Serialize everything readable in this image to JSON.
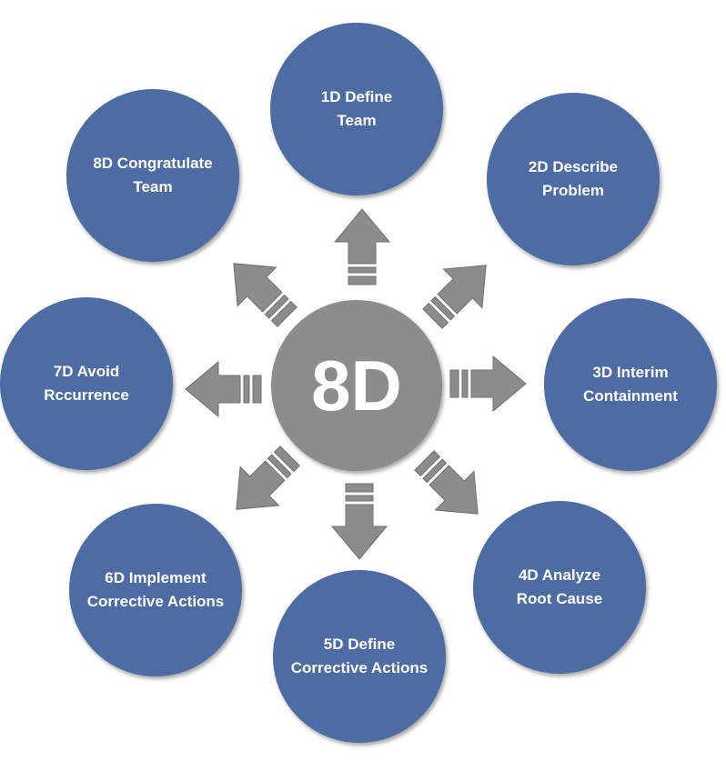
{
  "hub": {
    "label": "8D"
  },
  "steps": [
    {
      "line1": "1D Define",
      "line2": "Team"
    },
    {
      "line1": "2D Describe",
      "line2": "Problem"
    },
    {
      "line1": "3D Interim",
      "line2": "Containment"
    },
    {
      "line1": "4D Analyze",
      "line2": "Root Cause"
    },
    {
      "line1": "5D Define",
      "line2": "Corrective Actions"
    },
    {
      "line1": "6D Implement",
      "line2": "Corrective Actions"
    },
    {
      "line1": "7D Avoid",
      "line2": "Rccurrence"
    },
    {
      "line1": "8D Congratulate",
      "line2": "Team"
    }
  ],
  "colors": {
    "step_fill": "#4d6ca3",
    "hub_fill": "#8c8c8c",
    "arrow_fill": "#8c8c8c",
    "text": "#ffffff"
  }
}
